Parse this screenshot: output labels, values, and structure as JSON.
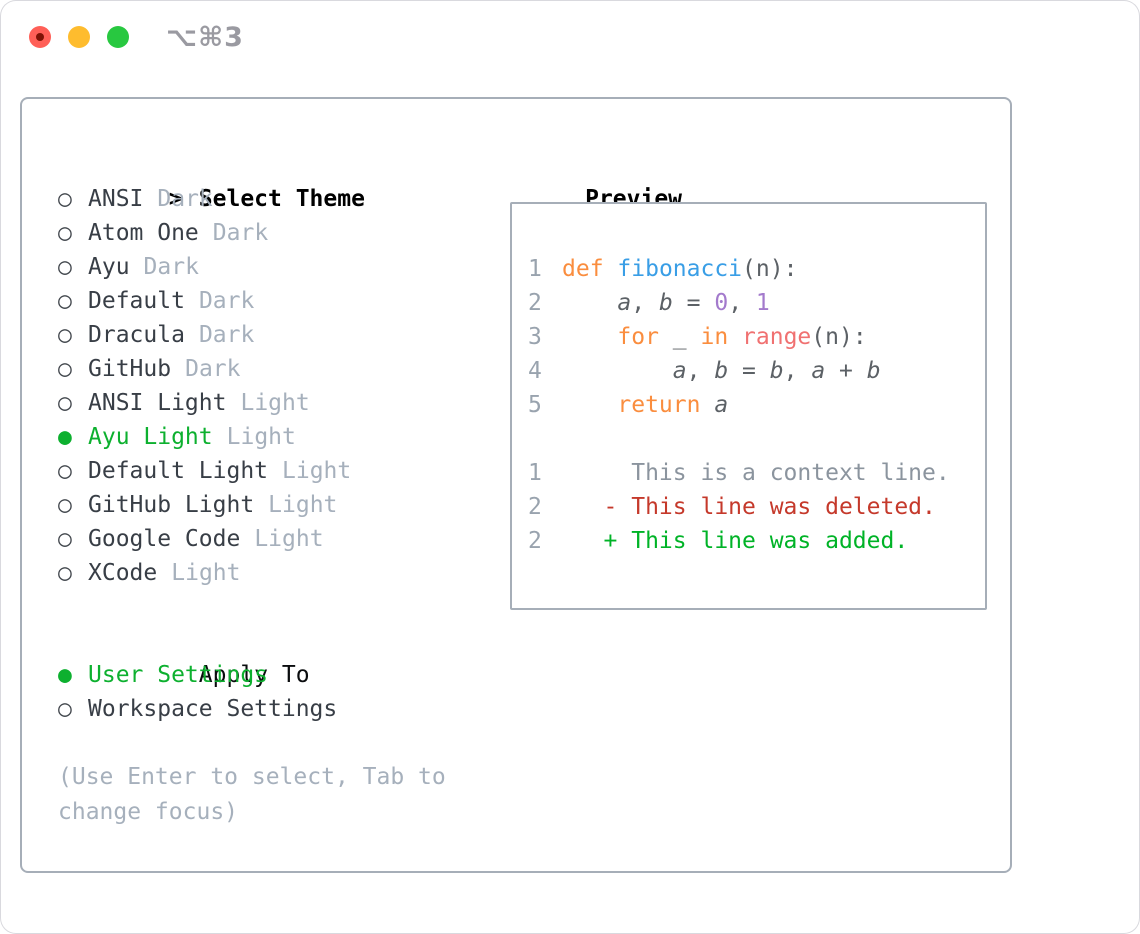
{
  "window": {
    "title": "⌥⌘3",
    "traffic_lights": [
      {
        "name": "close",
        "color": "#ff5f57"
      },
      {
        "name": "minimize",
        "color": "#febc2e"
      },
      {
        "name": "zoom",
        "color": "#28c840"
      }
    ]
  },
  "theme_list": {
    "prompt": ">",
    "header": "Select Theme",
    "radio_unselected": "○",
    "radio_selected": "●",
    "items": [
      {
        "name": "ANSI",
        "variant": "Dark",
        "selected": false
      },
      {
        "name": "Atom One",
        "variant": "Dark",
        "selected": false
      },
      {
        "name": "Ayu",
        "variant": "Dark",
        "selected": false
      },
      {
        "name": "Default",
        "variant": "Dark",
        "selected": false
      },
      {
        "name": "Dracula",
        "variant": "Dark",
        "selected": false
      },
      {
        "name": "GitHub",
        "variant": "Dark",
        "selected": false
      },
      {
        "name": "ANSI Light",
        "variant": "Light",
        "selected": false
      },
      {
        "name": "Ayu Light",
        "variant": "Light",
        "selected": true
      },
      {
        "name": "Default Light",
        "variant": "Light",
        "selected": false
      },
      {
        "name": "GitHub Light",
        "variant": "Light",
        "selected": false
      },
      {
        "name": "Google Code",
        "variant": "Light",
        "selected": false
      },
      {
        "name": "XCode",
        "variant": "Light",
        "selected": false
      }
    ]
  },
  "apply_to": {
    "header": "Apply To",
    "options": [
      {
        "label": "User Settings",
        "selected": true
      },
      {
        "label": "Workspace Settings",
        "selected": false
      }
    ]
  },
  "hint": "(Use Enter to select, Tab to change focus)",
  "preview": {
    "header": "Preview",
    "code_lines": [
      {
        "num": "1",
        "segments": [
          {
            "t": "def",
            "c": "keyword"
          },
          {
            "t": " "
          },
          {
            "t": "fibonacci",
            "c": "function"
          },
          {
            "t": "(n):"
          }
        ]
      },
      {
        "num": "2",
        "segments": [
          {
            "t": "    "
          },
          {
            "t": "a",
            "c": "variable",
            "i": true
          },
          {
            "t": ", "
          },
          {
            "t": "b",
            "c": "variable",
            "i": true
          },
          {
            "t": " = "
          },
          {
            "t": "0",
            "c": "number"
          },
          {
            "t": ", "
          },
          {
            "t": "1",
            "c": "number"
          }
        ]
      },
      {
        "num": "3",
        "segments": [
          {
            "t": "    "
          },
          {
            "t": "for",
            "c": "keyword"
          },
          {
            "t": " _ "
          },
          {
            "t": "in",
            "c": "keyword"
          },
          {
            "t": " "
          },
          {
            "t": "range",
            "c": "builtin"
          },
          {
            "t": "(n):"
          }
        ]
      },
      {
        "num": "4",
        "segments": [
          {
            "t": "        "
          },
          {
            "t": "a",
            "c": "variable",
            "i": true
          },
          {
            "t": ", "
          },
          {
            "t": "b",
            "c": "variable",
            "i": true
          },
          {
            "t": " = "
          },
          {
            "t": "b",
            "c": "variable",
            "i": true
          },
          {
            "t": ", "
          },
          {
            "t": "a",
            "c": "variable",
            "i": true
          },
          {
            "t": " + "
          },
          {
            "t": "b",
            "c": "variable",
            "i": true
          }
        ]
      },
      {
        "num": "5",
        "segments": [
          {
            "t": "    "
          },
          {
            "t": "return",
            "c": "keyword"
          },
          {
            "t": " "
          },
          {
            "t": "a",
            "c": "variable",
            "i": true
          }
        ]
      }
    ],
    "diff_lines": [
      {
        "num": "1",
        "kind": "context",
        "text": "     This is a context line."
      },
      {
        "num": "2",
        "kind": "deleted",
        "text": "   - This line was deleted."
      },
      {
        "num": "2",
        "kind": "added",
        "text": "   + This line was added."
      }
    ]
  },
  "colors": {
    "text_primary": "#383e46",
    "text_secondary": "#a6b0bc",
    "hint_text": "#a6b0bc",
    "accent_green": "#0db02f",
    "line_number": "#99a3ae",
    "code_fg": "#5c6166",
    "code_keyword": "#fa8d3e",
    "code_function": "#399ee6",
    "code_builtin": "#f07171",
    "code_number": "#a37acc",
    "diff_context": "#8b949e",
    "diff_deleted": "#c5392b",
    "diff_added": "#00b327",
    "border_gray": "#a6aeb8"
  }
}
